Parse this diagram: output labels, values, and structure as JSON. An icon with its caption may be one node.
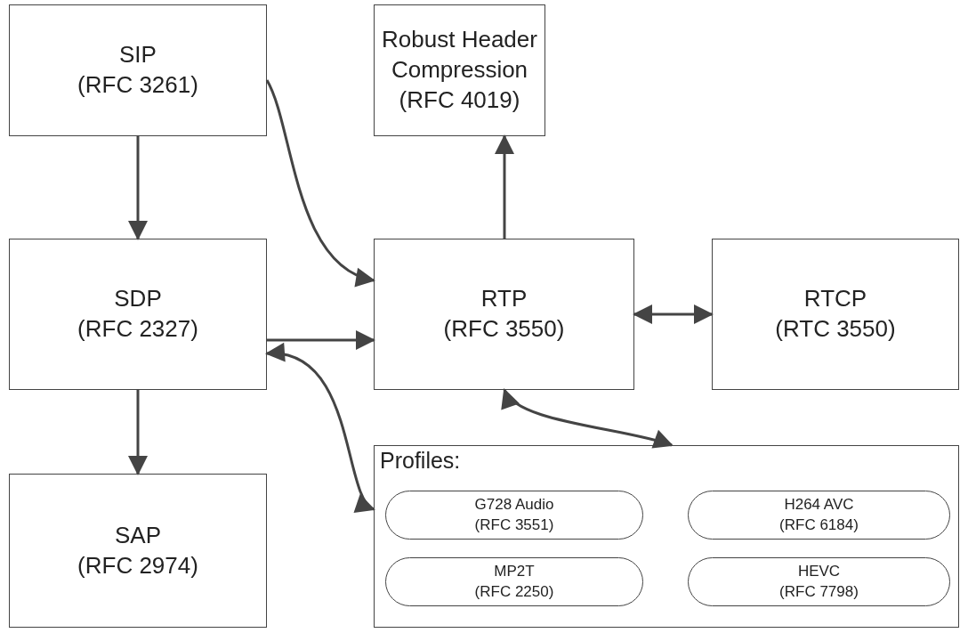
{
  "diagram": {
    "nodes": [
      {
        "text": [
          "SIP",
          "(RFC 3261)"
        ]
      },
      {
        "text": [
          "Robust Header Compression",
          "(RFC 4019)"
        ]
      },
      {
        "text": [
          "SDP",
          "(RFC 2327)"
        ]
      },
      {
        "text": [
          "RTP",
          "(RFC 3550)"
        ]
      },
      {
        "text": [
          "RTCP",
          "(RTC 3550)"
        ]
      },
      {
        "text": [
          "SAP",
          "(RFC 2974)"
        ]
      },
      {
        "text": [
          "Profiles:"
        ]
      },
      {
        "text": [
          "G728 Audio",
          "(RFC 3551)"
        ],
        "in": 6
      },
      {
        "text": [
          "H264 AVC",
          "(RFC 6184)"
        ],
        "in": 6
      },
      {
        "text": [
          "MP2T",
          "(RFC 2250)"
        ],
        "in": 6
      },
      {
        "text": [
          "HEVC",
          "(RFC 7798)"
        ],
        "in": 6
      }
    ],
    "edges": [
      {
        "from": 0,
        "to": 2,
        "arrow": "to"
      },
      {
        "from": 0,
        "to": 3,
        "arrow": "to"
      },
      {
        "from": 3,
        "to": 1,
        "arrow": "to"
      },
      {
        "from": 2,
        "to": 3,
        "arrow": "to"
      },
      {
        "from": 3,
        "to": 4,
        "arrow": "both"
      },
      {
        "from": 2,
        "to": 6,
        "arrow": "both"
      },
      {
        "from": 3,
        "to": 6,
        "arrow": "both"
      },
      {
        "from": 2,
        "to": 5,
        "arrow": "to"
      }
    ]
  }
}
